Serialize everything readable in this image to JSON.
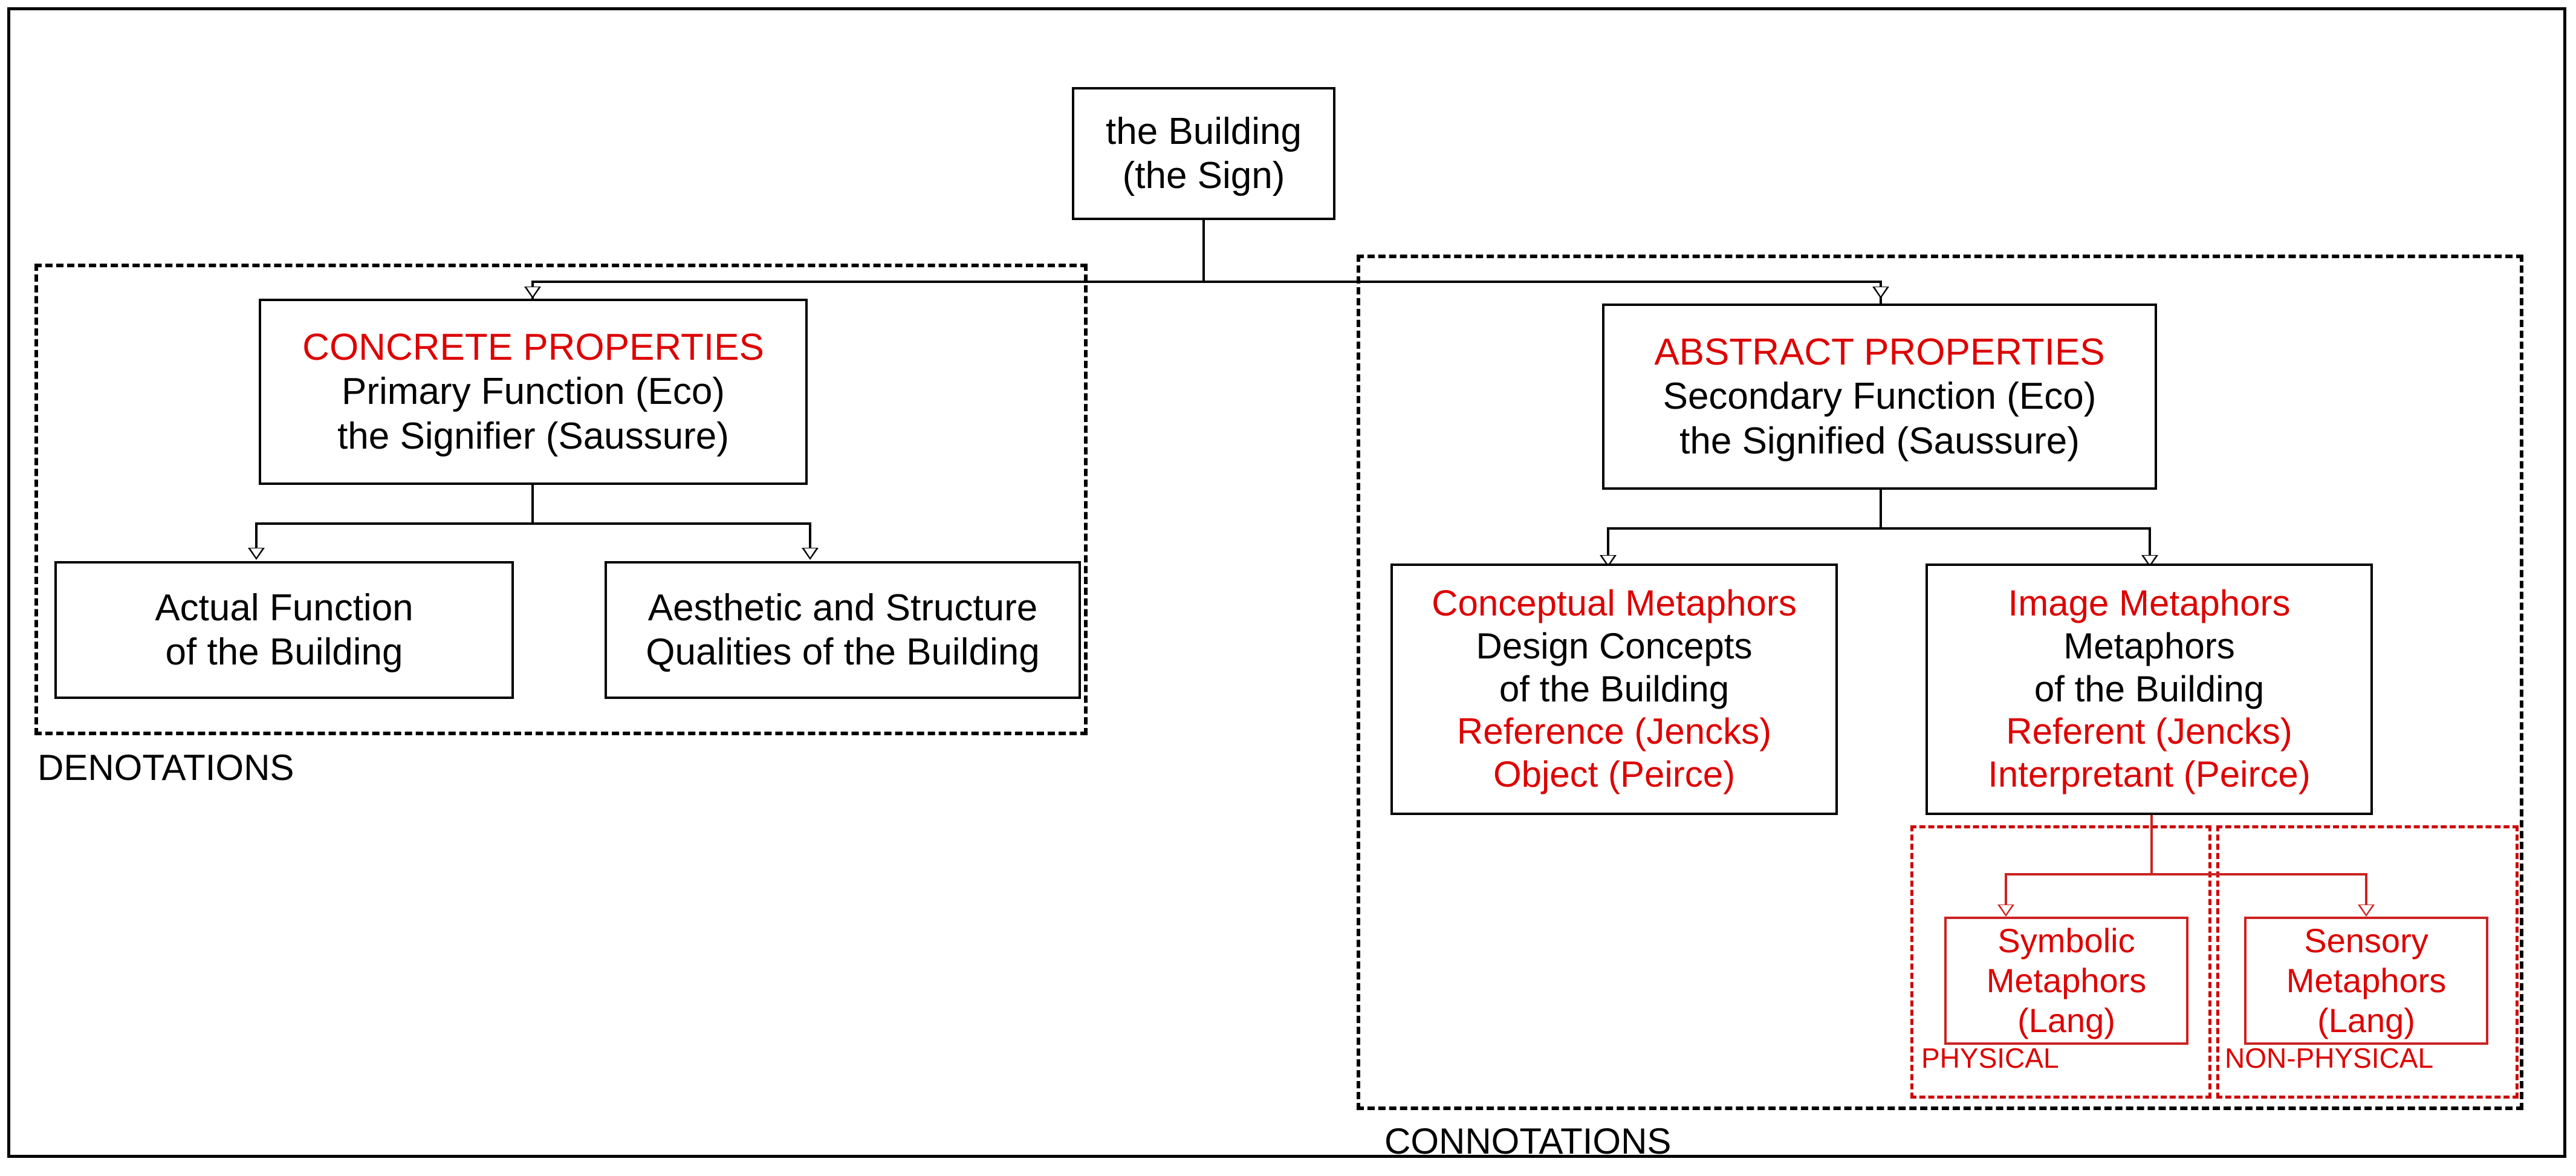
{
  "diagram": {
    "root": {
      "lines": [
        "the Building",
        "(the Sign)"
      ]
    },
    "groups": {
      "denotations": {
        "label": "DENOTATIONS"
      },
      "connotations": {
        "label": "CONNOTATIONS"
      },
      "physical": {
        "label": "PHYSICAL"
      },
      "non_physical": {
        "label": "NON-PHYSICAL"
      }
    },
    "nodes": {
      "concrete_properties": {
        "lines": [
          {
            "text": "CONCRETE PROPERTIES",
            "color": "red"
          },
          {
            "text": "Primary Function (Eco)",
            "color": "black"
          },
          {
            "text": "the Signifier (Saussure)",
            "color": "black"
          }
        ]
      },
      "abstract_properties": {
        "lines": [
          {
            "text": "ABSTRACT PROPERTIES",
            "color": "red"
          },
          {
            "text": "Secondary Function (Eco)",
            "color": "black"
          },
          {
            "text": "the Signified (Saussure)",
            "color": "black"
          }
        ]
      },
      "actual_function": {
        "lines": [
          {
            "text": "Actual Function",
            "color": "black"
          },
          {
            "text": "of the Building",
            "color": "black"
          }
        ]
      },
      "aesthetic_structure": {
        "lines": [
          {
            "text": "Aesthetic and Structure",
            "color": "black"
          },
          {
            "text": "Qualities of the Building",
            "color": "black"
          }
        ]
      },
      "conceptual_metaphors": {
        "lines": [
          {
            "text": "Conceptual Metaphors",
            "color": "red"
          },
          {
            "text": "Design Concepts",
            "color": "black"
          },
          {
            "text": "of the Building",
            "color": "black"
          },
          {
            "text": "Reference (Jencks)",
            "color": "red"
          },
          {
            "text": "Object (Peirce)",
            "color": "red"
          }
        ]
      },
      "image_metaphors": {
        "lines": [
          {
            "text": "Image Metaphors",
            "color": "red"
          },
          {
            "text": "Metaphors",
            "color": "black"
          },
          {
            "text": "of the Building",
            "color": "black"
          },
          {
            "text": "Referent (Jencks)",
            "color": "red"
          },
          {
            "text": "Interpretant (Peirce)",
            "color": "red"
          }
        ]
      },
      "symbolic_metaphors": {
        "lines": [
          {
            "text": "Symbolic",
            "color": "red"
          },
          {
            "text": "Metaphors",
            "color": "red"
          },
          {
            "text": "(Lang)",
            "color": "red"
          }
        ]
      },
      "sensory_metaphors": {
        "lines": [
          {
            "text": "Sensory",
            "color": "red"
          },
          {
            "text": "Metaphors",
            "color": "red"
          },
          {
            "text": "(Lang)",
            "color": "red"
          }
        ]
      }
    },
    "colors": {
      "accent_red": "#dd0000",
      "line_black": "#000000",
      "line_red": "#cc2222",
      "background": "#ffffff"
    }
  }
}
